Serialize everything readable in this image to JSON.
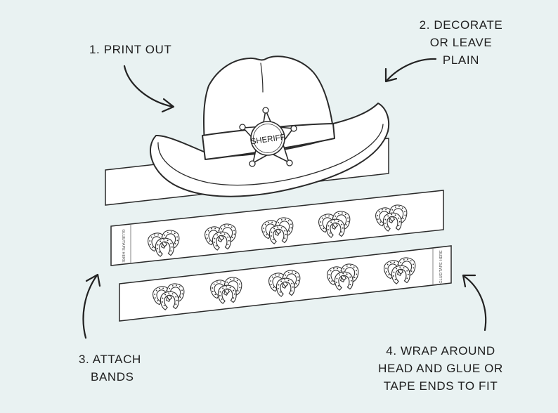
{
  "steps": {
    "print": {
      "lines": [
        "1.  PRINT OUT"
      ]
    },
    "decorate": {
      "lines": [
        "2. DECORATE",
        "OR LEAVE",
        "PLAIN"
      ]
    },
    "attach": {
      "lines": [
        "3. ATTACH",
        "BANDS"
      ]
    },
    "wrap": {
      "lines": [
        "4. WRAP AROUND",
        "HEAD AND GLUE OR",
        "TAPE ENDS TO FIT"
      ]
    }
  },
  "badge": {
    "text": "SHERIFF"
  },
  "bands": {
    "glue_label": "GLUE/TAPE HERE",
    "horseshoe_groups_per_band": 5
  },
  "colors": {
    "background": "#e9f2f2",
    "line": "#2a2a2a",
    "paper": "#ffffff",
    "text": "#1e1e1e"
  }
}
